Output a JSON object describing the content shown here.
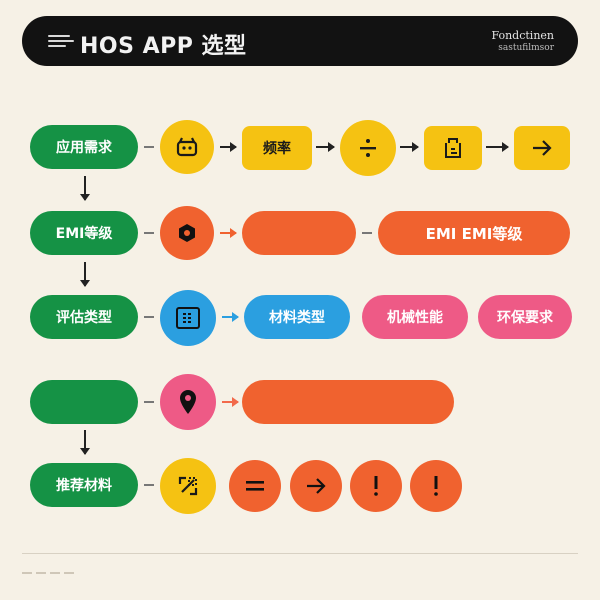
{
  "header": {
    "title": "HOS APP 选型",
    "subtitle_line1": "Fondctinen",
    "subtitle_line2": "sastufilmsor"
  },
  "rows": {
    "r1": {
      "start": "应用需求",
      "n2": "频率"
    },
    "r2": {
      "start": "EMI等级",
      "end": "EMI EMI等级"
    },
    "r3": {
      "start": "评估类型",
      "n2": "材料类型",
      "n3": "机械性能",
      "n4": "环保要求"
    },
    "r4": {
      "start": ""
    },
    "r5": {
      "start": "推荐材料"
    }
  },
  "icons": {
    "r1": [
      "cat-face-icon",
      "divide-icon",
      "clipboard-icon",
      "arrow-right-icon"
    ],
    "r2": [
      "hexagon-nut-icon"
    ],
    "r3": [
      "grid-panel-icon"
    ],
    "r4": [
      "location-pin-icon"
    ],
    "r5": [
      "swap-icon",
      "equals-icon",
      "arrow-right-icon",
      "exclamation-icon",
      "exclamation-icon"
    ]
  },
  "colors": {
    "green": "#159245",
    "yellow": "#f5c212",
    "orange": "#f0622f",
    "blue": "#2b9fe0",
    "pink": "#ee5a86",
    "header_bg": "#121212",
    "background": "#f6f1e6"
  }
}
